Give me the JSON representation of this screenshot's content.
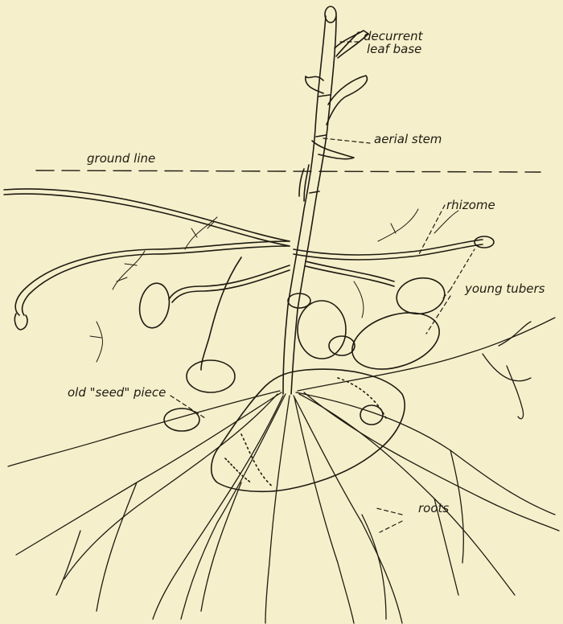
{
  "diagram": {
    "colors": {
      "background": "#f6efcb",
      "ink": "#1e1b12"
    },
    "labels": {
      "decurrent_leaf_base": "decurrent leaf base",
      "decurrent_leaf_base_line1": "decurrent",
      "decurrent_leaf_base_line2": "leaf base",
      "aerial_stem": "aerial stem",
      "ground_line": "ground line",
      "rhizome": "rhizome",
      "young_tubers": "young tubers",
      "old_seed_piece": "old \"seed\" piece",
      "roots": "roots"
    }
  }
}
